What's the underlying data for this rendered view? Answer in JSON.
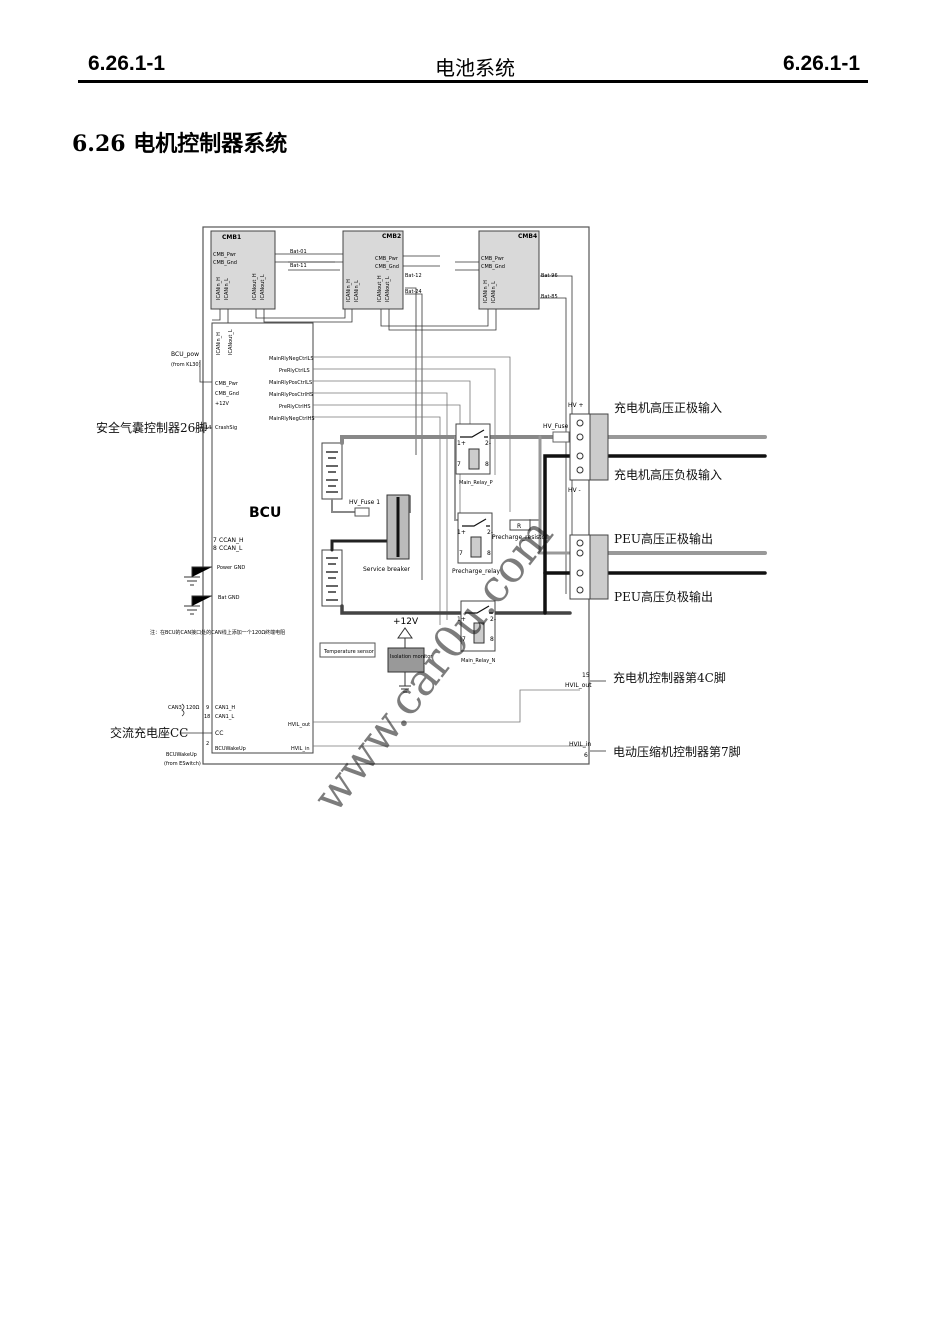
{
  "header": {
    "left": "6.26.1-1",
    "center": "电池系统",
    "right": "6.26.1-1"
  },
  "section_title": "6.26 电机控制器系统",
  "diagram": {
    "cmb": [
      "CMB1",
      "CMB2",
      "CMB4"
    ],
    "cmb_pins": {
      "pwr": "CMB_Pwr",
      "gnd": "CMB_Gnd",
      "canin_h": "ICANin_H",
      "canin_l": "ICANin_L",
      "canout_h": "ICANout_H",
      "canout_l": "ICANout_L"
    },
    "bat_labels": [
      "Bat-01",
      "Bat-11",
      "Bat-12",
      "Bat-24",
      "Bat-96",
      "Bat-85"
    ],
    "bcu": {
      "title": "BCU",
      "pins_right": [
        "MainRlyNegCtrlLS",
        "PreRlyCtrlLS",
        "MainRlyPosCtrlLS",
        "MainRlyPosCtrlHS",
        "PreRlyCtrlHS",
        "MainRlyNegCtrlHS"
      ],
      "pins_left": [
        "CMB_Pwr",
        "CMB_Gnd",
        "+12V",
        "CrashSig",
        "CCAN_H",
        "CCAN_L",
        "Power GND",
        "Bat GND",
        "CAN1_H",
        "CAN1_L",
        "CC",
        "BCUWakeUp"
      ],
      "pin_numbers": [
        "14",
        "7",
        "8",
        "9",
        "18",
        "2"
      ],
      "hvil_out": "HVIL_out",
      "hvil_in": "HVIL_in"
    },
    "external": {
      "bcu_pow": "BCU_pow",
      "bcu_pow_src": "(from KL30)",
      "airbag": "安全气囊控制器26脚",
      "note": "注：在BCU的CAN接口处的CAN线上添加一个120Ω终端电阻",
      "can3": "CAN3",
      "ohm": "120Ω",
      "ac_cc": "交流充电座CC",
      "bcuwakeup": "BCUWakeUp",
      "bcuwakeup_src": "(from ESwitch)"
    },
    "components": {
      "hv_fuse_1": "HV_Fuse 1",
      "hv_fuse_2": "HV_Fuse 2",
      "service_breaker": "Service breaker",
      "main_relay_p": "Main_Relay_P",
      "main_relay_n": "Main_Relay_N",
      "precharge_relay": "Precharge_relay",
      "precharge_resistor": "Precharge_resistor",
      "resistor_label": "R",
      "temp_sensor": "Temperature sensor",
      "isolation": "Isolation monitor",
      "v12": "+12V"
    },
    "relay_pins": [
      "1+",
      "2-",
      "7",
      "8"
    ],
    "right_labels": {
      "hv_plus": "HV +",
      "hv_minus": "HV -",
      "charger_pos": "充电机高压正极输入",
      "charger_neg": "充电机高压负极输入",
      "peu_pos": "PEU高压正极输出",
      "peu_neg": "PEU高压负极输出",
      "charger_ctrl": "充电机控制器第4C脚",
      "compressor": "电动压缩机控制器第7脚",
      "hvil_out": "HVIL_out",
      "hvil_in": "HVIL_in",
      "pin15": "15",
      "pin6": "6"
    },
    "watermark": "www.car0u.com"
  }
}
